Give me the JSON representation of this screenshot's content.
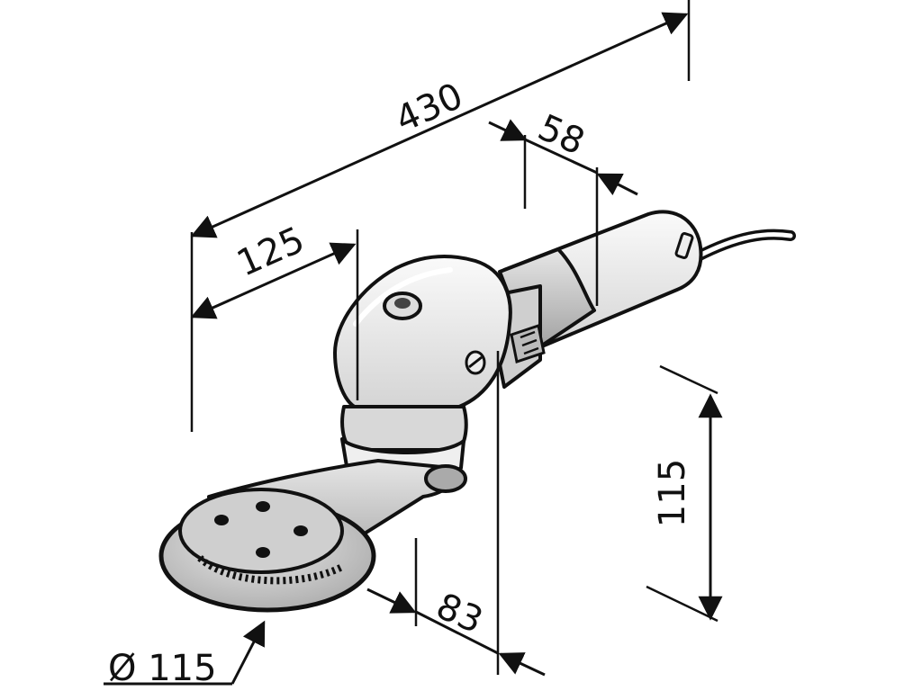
{
  "dimensions": {
    "overall_length": "430",
    "head_length": "125",
    "grip_offset": "58",
    "height": "115",
    "disc_offset": "83",
    "disc_diameter": "Ø 115"
  },
  "colors": {
    "line": "#111111",
    "body_light": "#f2f2f2",
    "body_mid": "#d9d9d9",
    "body_dark": "#bdbdbd",
    "metal": "#c8c8c8"
  }
}
